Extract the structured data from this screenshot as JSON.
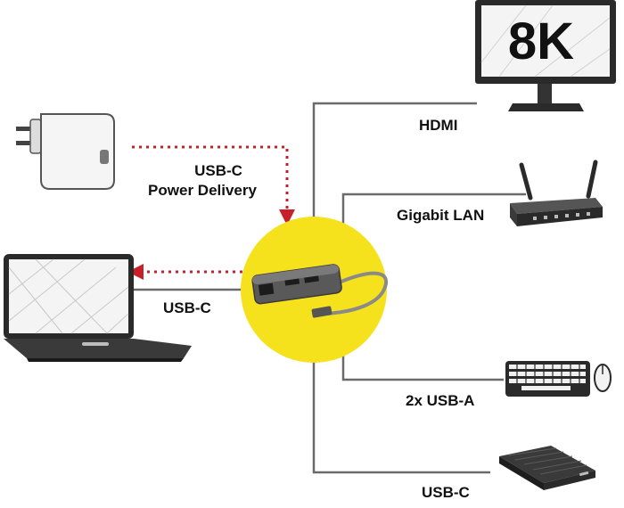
{
  "labels": {
    "power_delivery_line1": "USB-C",
    "power_delivery_line2": "Power Delivery",
    "hdmi": "HDMI",
    "gigabit_lan": "Gigabit LAN",
    "laptop_usbc": "USB-C",
    "usb_a": "2x USB-A",
    "usbc_output": "USB-C"
  },
  "monitor": {
    "resolution": "8K"
  },
  "colors": {
    "hub_circle": "#f5e11c",
    "arrow": "#c8202a",
    "line": "#6a6a6a",
    "device": "#2a2a2a",
    "device_light": "#f2f2f2"
  },
  "icons": [
    "power-adapter-icon",
    "laptop-icon",
    "monitor-icon",
    "router-icon",
    "keyboard-icon",
    "mouse-icon",
    "hard-drive-icon",
    "usb-hub-icon"
  ]
}
